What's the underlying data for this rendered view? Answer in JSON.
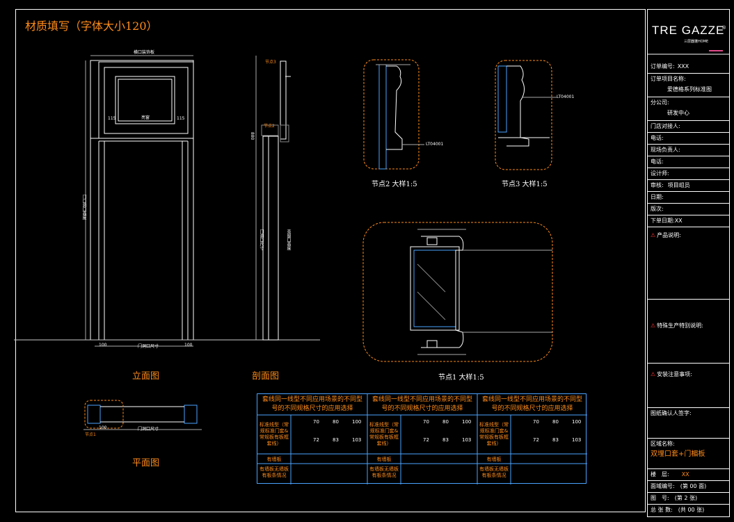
{
  "title": "材质填写（字体大小120）",
  "views": {
    "elevation": "立面图",
    "section": "剖面图",
    "plan": "平面图",
    "node1": "节点1 大样1:5",
    "node2": "节点2 大样1:5",
    "node3": "节点3 大样1:5"
  },
  "elevation_dims": {
    "top": "横口装饰板",
    "mid": "亮窗",
    "mid_left": "115",
    "mid_right": "115",
    "side": "门口洞口高度",
    "bottom_left": "100",
    "bottom_mid": "门洞口尺寸",
    "bottom_right": "100"
  },
  "section_dims": {
    "top": "节点3",
    "node": "节点2",
    "side1": "门洞口尺寸",
    "side2": "亮窗口高度",
    "dim": "880"
  },
  "plan_dims": {
    "node": "节点1",
    "left": "100",
    "mid": "门洞口尺寸"
  },
  "node_codes": {
    "n2": "LT04001",
    "n3": "LT04001"
  },
  "brand": {
    "logo": "TRE GAZZE",
    "sub": "三层器蓬HOME",
    "reg": "®"
  },
  "title_block": {
    "rows": [
      {
        "label": "订单编号:",
        "value": "XXX"
      },
      {
        "label": "订单项目名称:",
        "value": "爱德格系列标准图"
      },
      {
        "label": "分公司:",
        "value": "研发中心"
      },
      {
        "label": "门店对接人:",
        "value": ""
      },
      {
        "label": "电话:",
        "value": ""
      },
      {
        "label": "现场负责人:",
        "value": ""
      },
      {
        "label": "电话:",
        "value": ""
      },
      {
        "label": "设计师:",
        "value": ""
      },
      {
        "label": "审核:",
        "value": "项目组员"
      },
      {
        "label": "日期:",
        "value": ""
      },
      {
        "label": "版次:",
        "value": ""
      },
      {
        "label": "下单日期:",
        "value": "XX"
      }
    ],
    "warn1": "产品说明:",
    "warn2": "特殊生产特别说明:",
    "warn3": "安装注意事项:",
    "confirm": "图纸确认人签字:",
    "drawing_name_label": "区域名称:",
    "drawing_name": "双埋口套+门楣板",
    "bottom_rows": [
      {
        "label": "楼　层:",
        "value": "XX"
      },
      {
        "label": "面域编号:",
        "value": "(第 00 面)"
      },
      {
        "label": "图　号:",
        "value": "(第 2 张)"
      },
      {
        "label": "总 张 数:",
        "value": "(共 00 张)"
      }
    ]
  },
  "table": {
    "heads": [
      "套线同一线型不同应用场景的不同型号的不同规格尺寸的应用选择",
      "套线同一线型不同应用场景的不同型号的不同规格尺寸的应用选择",
      "套线同一线型不同应用场景的不同型号的不同规格尺寸的应用选择"
    ],
    "row_labels": [
      "标准线型（常规标准门套&常规板有板框套线）",
      "标准线型（常规标准门套&常规板有板框套线）",
      "标准线型（常规标准门套&常规板有板框套线）"
    ],
    "sub_label": "有墙板",
    "sub_label2": "有墙板无墙板有板条情况",
    "sizes_top": [
      "70",
      "80",
      "100"
    ],
    "sizes_bottom": [
      "72",
      "83",
      "103"
    ]
  }
}
